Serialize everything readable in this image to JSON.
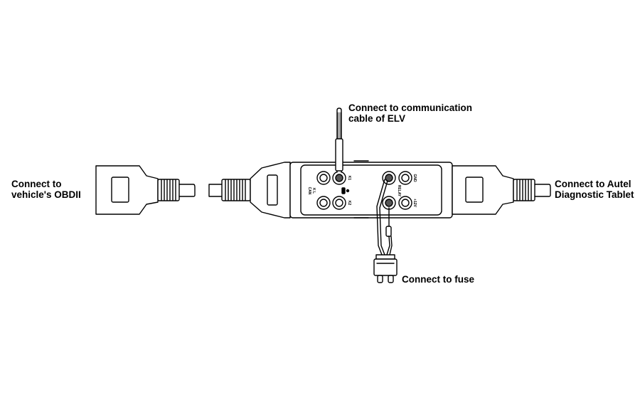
{
  "labels": {
    "obd_left": [
      "Connect to",
      "vehicle's OBDII"
    ],
    "elv": [
      "Connect to communication",
      "cable of ELV"
    ],
    "autel": [
      "Connect to Autel",
      "Diagnostic Tablet"
    ],
    "fuse": "Connect to fuse"
  },
  "panel": {
    "can": "CAN",
    "can_sub": "K L",
    "k1": "K1",
    "k2": "K2",
    "relay": "RELAY",
    "gnd": "GND",
    "v12": "+12V"
  },
  "colors": {
    "line": "#000000",
    "background": "#ffffff"
  }
}
